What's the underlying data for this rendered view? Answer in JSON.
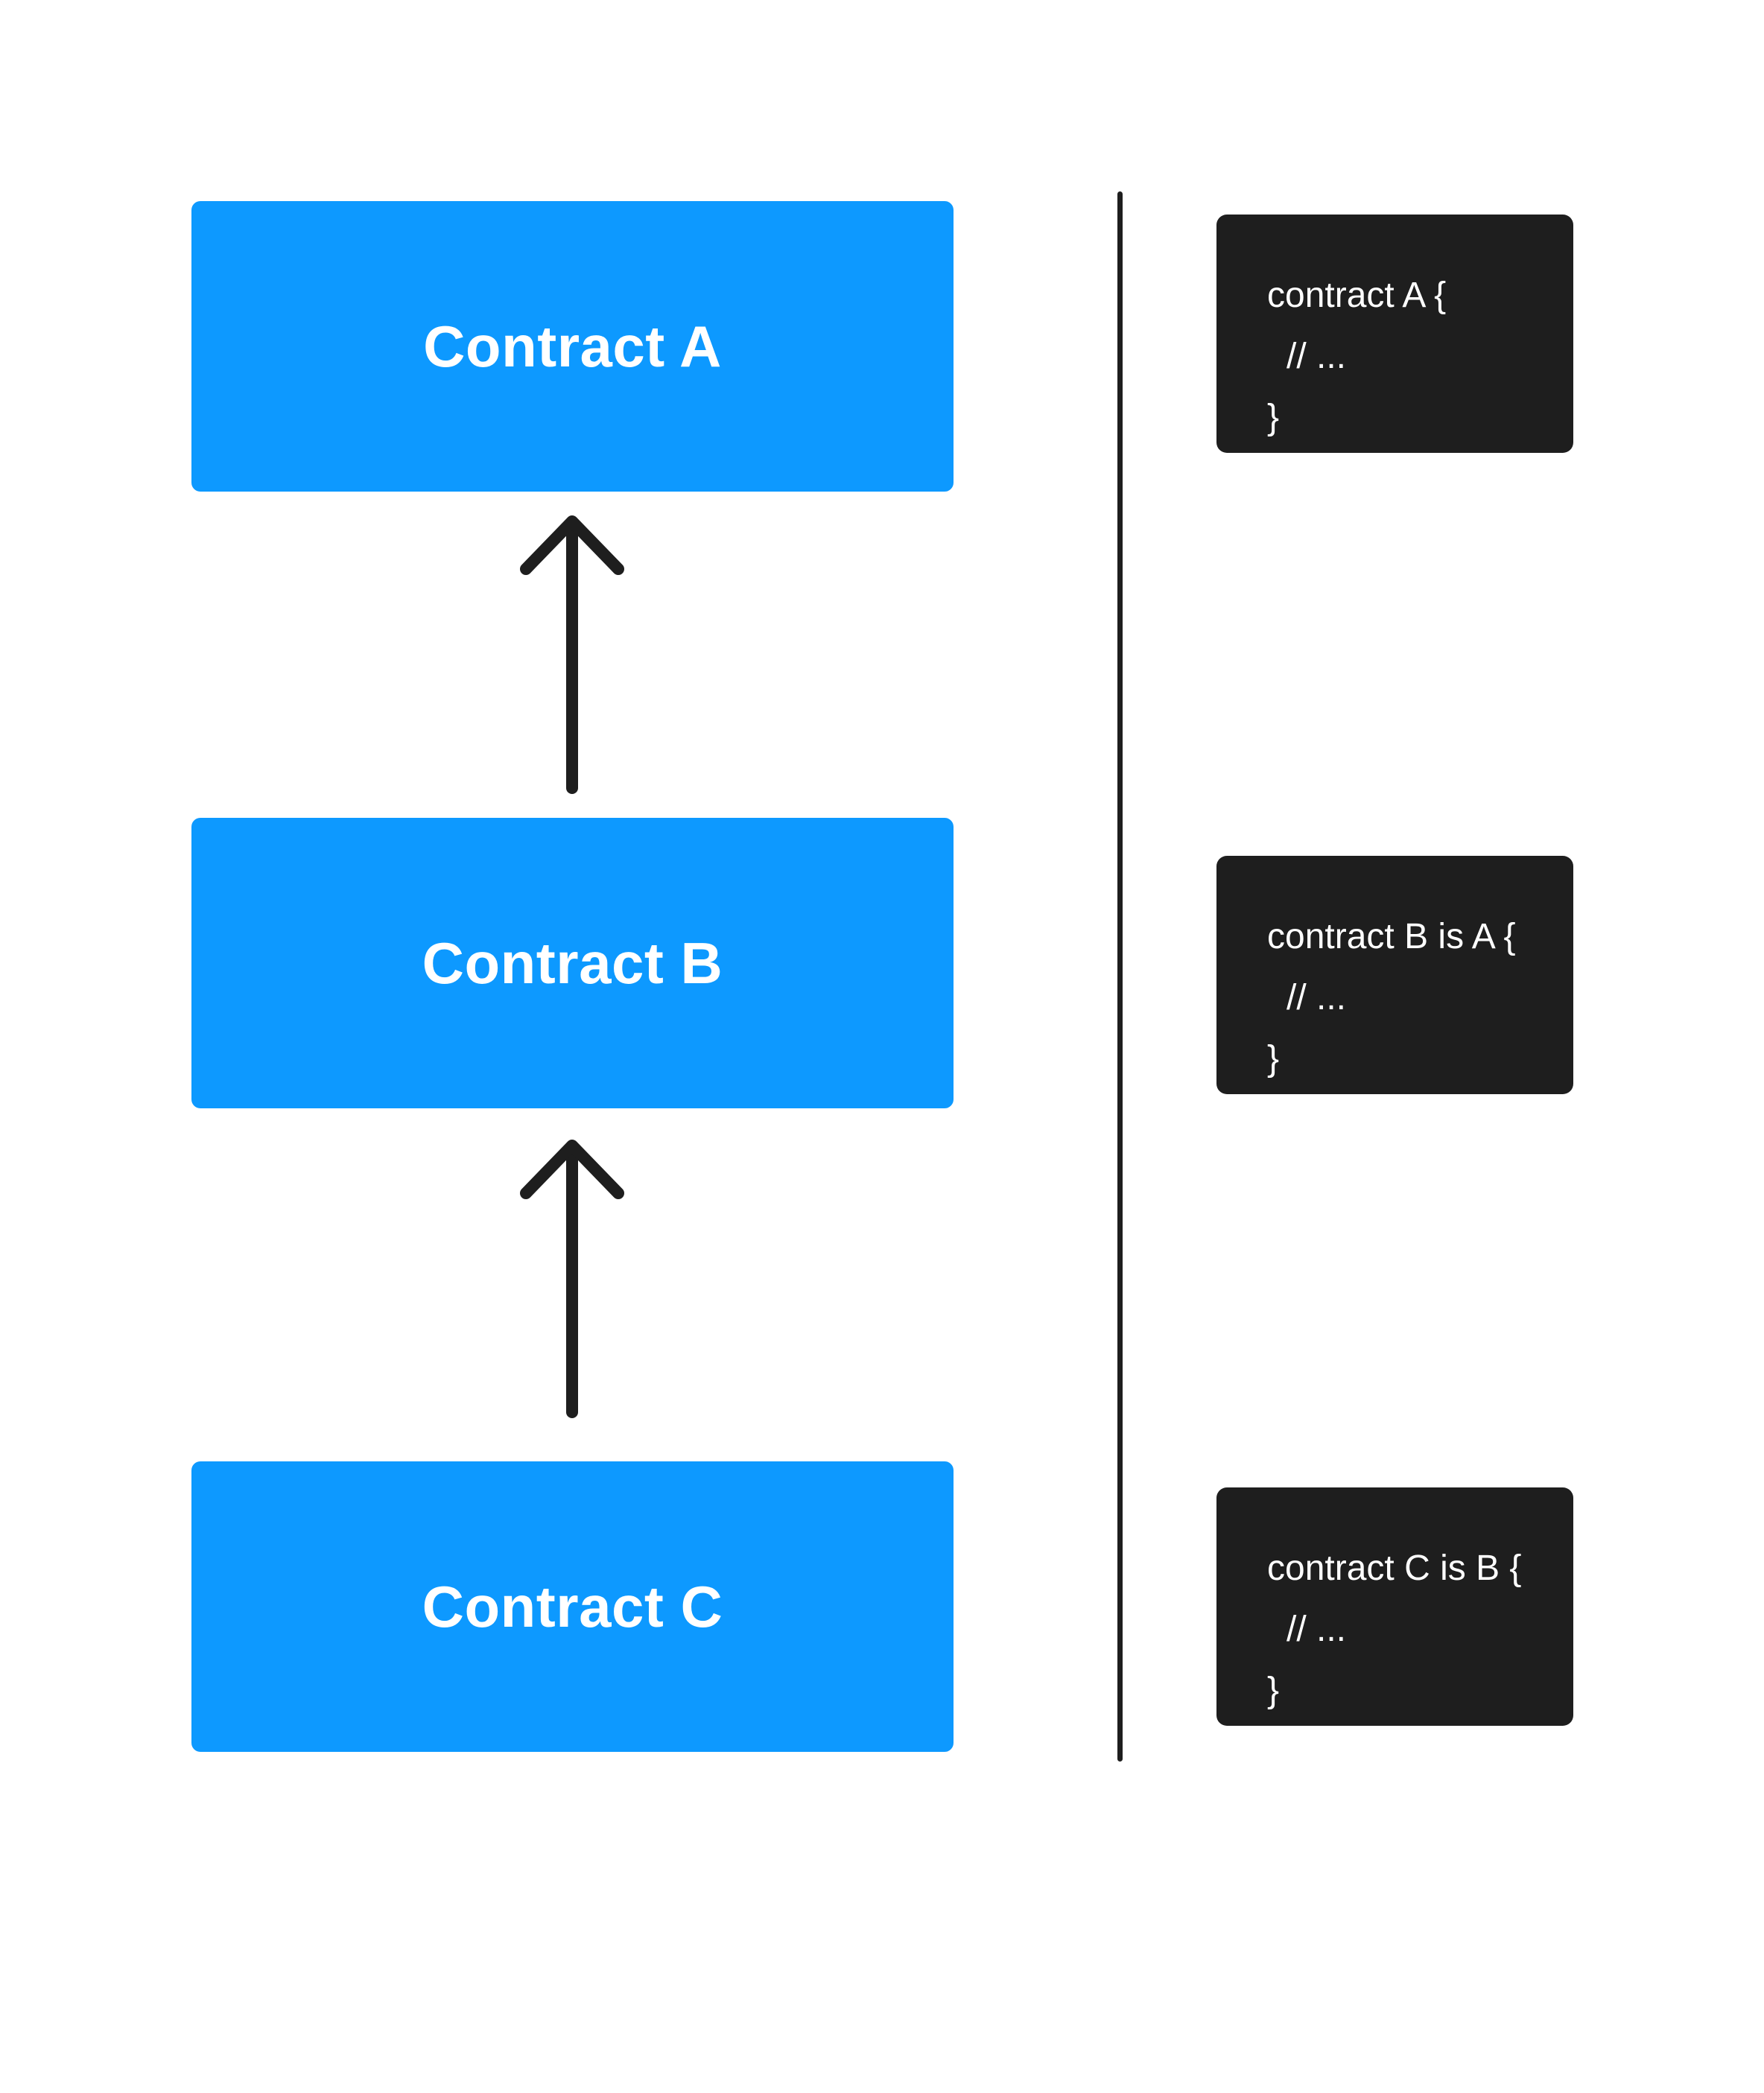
{
  "diagram": {
    "nodes": [
      {
        "label": "Contract A"
      },
      {
        "label": "Contract B"
      },
      {
        "label": "Contract C"
      }
    ],
    "arrows": [
      {
        "icon": "up-arrow-icon"
      },
      {
        "icon": "up-arrow-icon"
      }
    ]
  },
  "code_panel": {
    "blocks": [
      {
        "lines": [
          "contract A {",
          "// ...",
          "}"
        ]
      },
      {
        "lines": [
          "contract B is A {",
          "// ...",
          "}"
        ]
      },
      {
        "lines": [
          "contract C is B {",
          "// ...",
          "}"
        ]
      }
    ]
  },
  "colors": {
    "node_fill": "#0d99ff",
    "node_text": "#ffffff",
    "code_background": "#1e1e1e",
    "code_text": "#ffffff",
    "arrow": "#1e1e1e",
    "divider": "#1e1e1e",
    "page_background": "#ffffff"
  }
}
